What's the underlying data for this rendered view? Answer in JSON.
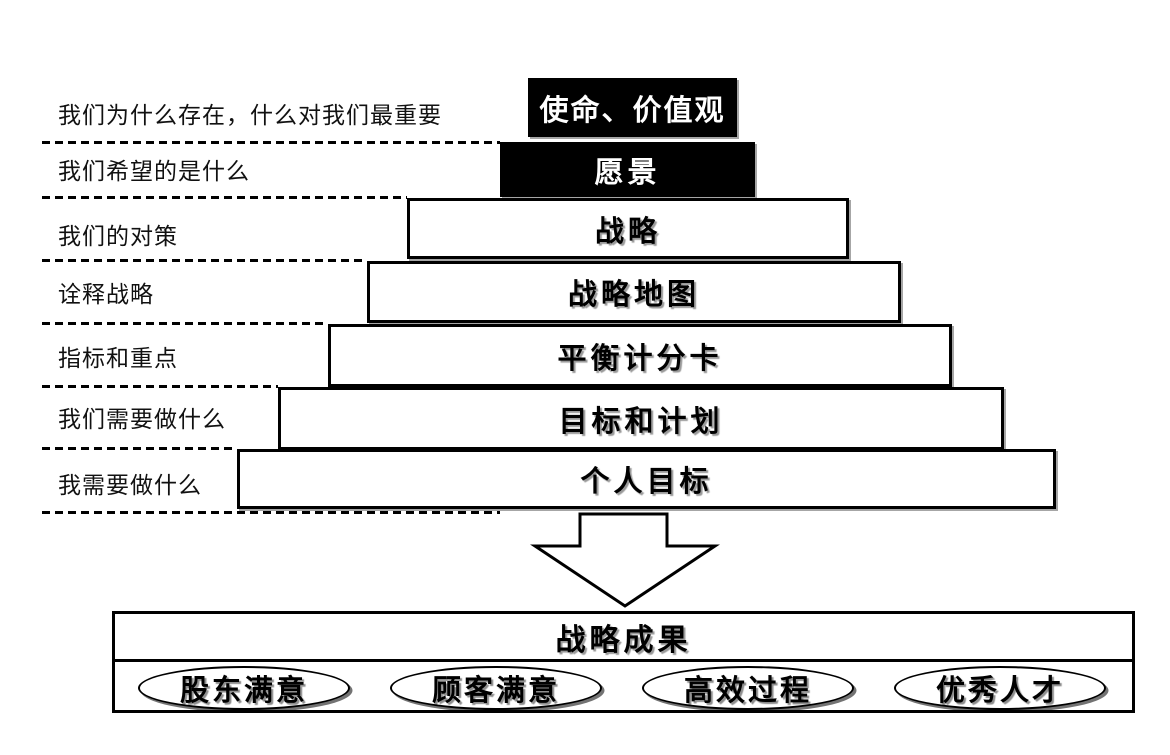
{
  "pyramid": {
    "rows": [
      {
        "question": "我们为什么存在，什么对我们最重要",
        "label": "使命、价值观"
      },
      {
        "question": "我们希望的是什么",
        "label": "愿景"
      },
      {
        "question": "我们的对策",
        "label": "战略"
      },
      {
        "question": "诠释战略",
        "label": "战略地图"
      },
      {
        "question": "指标和重点",
        "label": "平衡计分卡"
      },
      {
        "question": "我们需要做什么",
        "label": "目标和计划"
      },
      {
        "question": "我需要做什么",
        "label": "个人目标"
      }
    ]
  },
  "arrow": {
    "icon": "down-arrow"
  },
  "outcomes": {
    "title": "战略成果",
    "items": [
      {
        "label": "股东满意"
      },
      {
        "label": "顾客满意"
      },
      {
        "label": "高效过程"
      },
      {
        "label": "优秀人才"
      }
    ]
  },
  "colors": {
    "background": "#ffffff",
    "line": "#000000",
    "filled_box_bg": "#000000",
    "filled_box_text": "#ffffff",
    "outline_box_bg": "#ffffff",
    "text": "#000000"
  }
}
